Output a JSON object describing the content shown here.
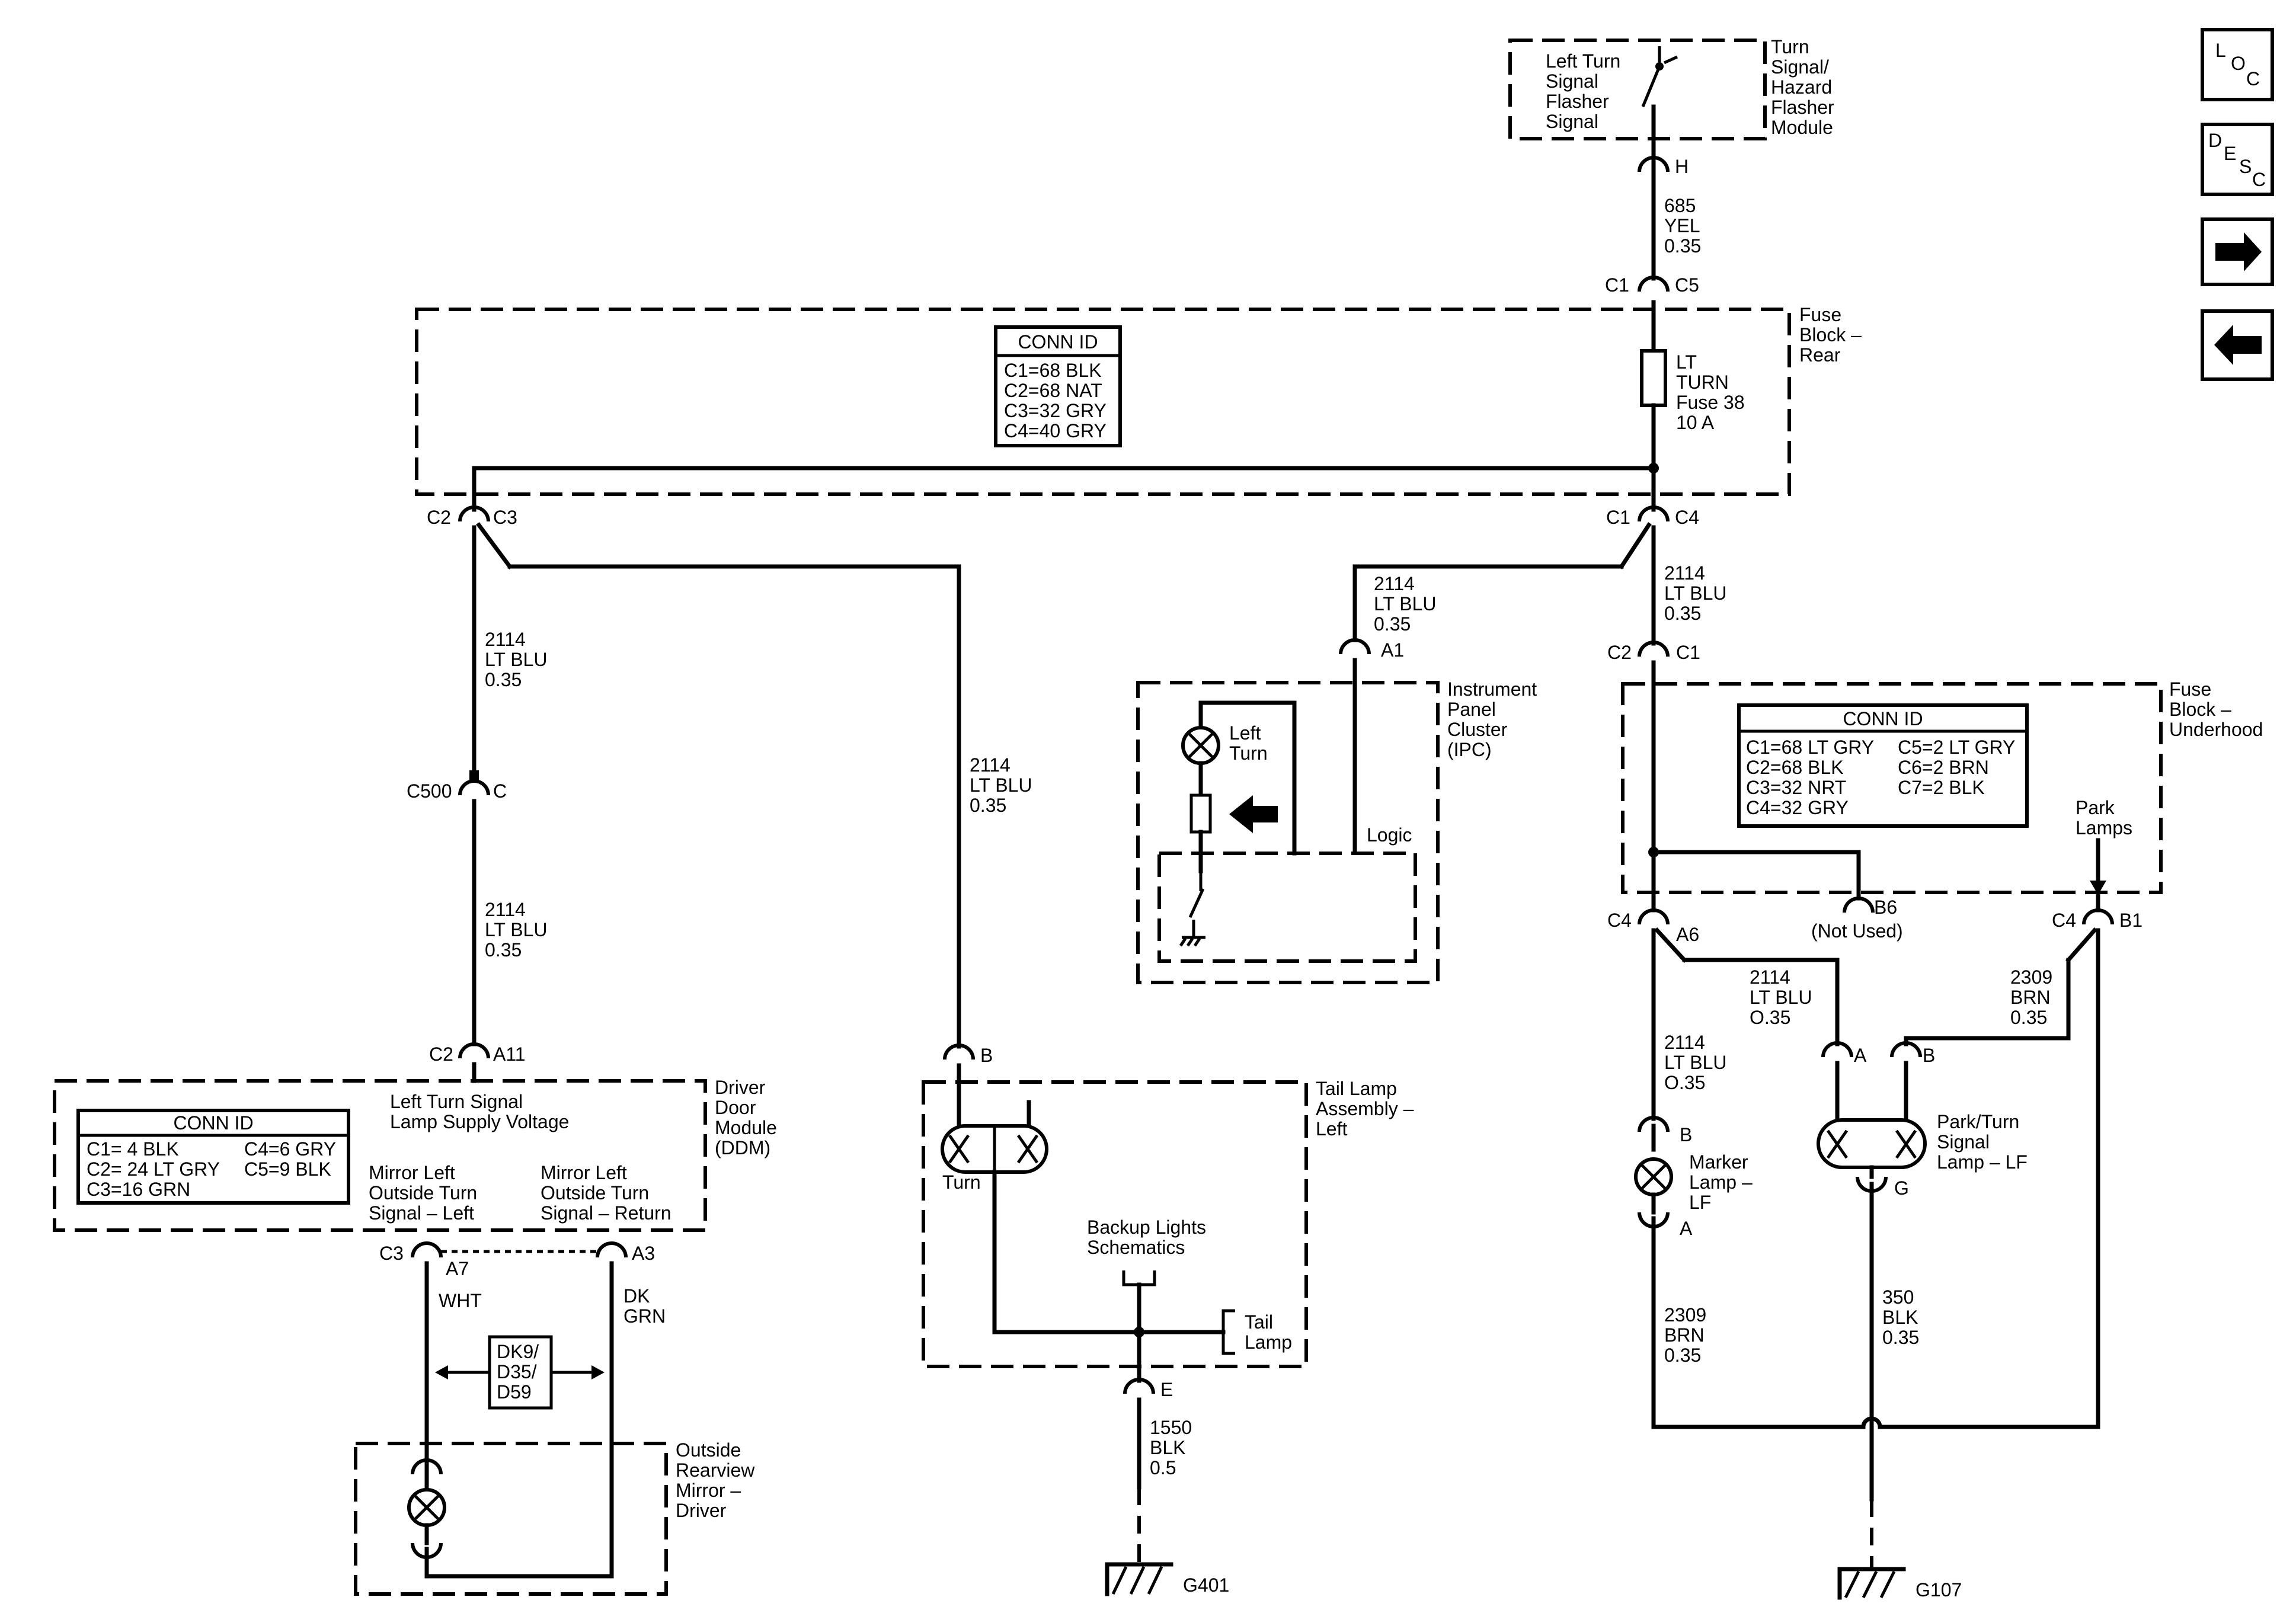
{
  "nav_buttons": {
    "loc": [
      "L",
      "O",
      "C"
    ],
    "desc": [
      "D",
      "E",
      "S",
      "C"
    ]
  },
  "top_module": {
    "switch_label": [
      "Left Turn",
      "Signal",
      "Flasher",
      "Signal"
    ],
    "module_label": [
      "Turn",
      "Signal/",
      "Hazard",
      "Flasher",
      "Module"
    ],
    "pin": "H",
    "wire": [
      "685",
      "YEL",
      "0.35"
    ]
  },
  "fuse_rear": {
    "conn_top": [
      "C1",
      "C5"
    ],
    "label": [
      "Fuse",
      "Block –",
      "Rear"
    ],
    "conn_id_title": "CONN ID",
    "conn_id": [
      "C1=68 BLK",
      "C2=68 NAT",
      "C3=32 GRY",
      "C4=40 GRY"
    ],
    "fuse": [
      "LT",
      "TURN",
      "Fuse 38",
      "10 A"
    ],
    "conn_left": [
      "C2",
      "C3"
    ],
    "conn_right": [
      "C1",
      "C4"
    ]
  },
  "left_branch": {
    "wire1": [
      "2114",
      "LT BLU",
      "0.35"
    ],
    "c500": [
      "C500",
      "C"
    ],
    "wire2": [
      "2114",
      "LT BLU",
      "0.35"
    ],
    "conn": [
      "C2",
      "A11"
    ]
  },
  "ddm": {
    "label": [
      "Driver",
      "Door",
      "Module",
      "(DDM)"
    ],
    "supply": [
      "Left Turn Signal",
      "Lamp Supply Voltage"
    ],
    "conn_id_title": "CONN ID",
    "conn_id_left": [
      "C1= 4 BLK",
      "C2= 24 LT GRY",
      "C3=16 GRN"
    ],
    "conn_id_right": [
      "C4=6 GRY",
      "C5=9 BLK"
    ],
    "left_label": [
      "Mirror Left",
      "Outside Turn",
      "Signal – Left"
    ],
    "right_label": [
      "Mirror Left",
      "Outside Turn",
      "Signal – Return"
    ],
    "pins": [
      "C3",
      "A7",
      "A3"
    ],
    "wire_left": "WHT",
    "wire_right": [
      "DK",
      "GRN"
    ],
    "option": [
      "DK9/",
      "D35/",
      "D59"
    ]
  },
  "mirror": {
    "label": [
      "Outside",
      "Rearview",
      "Mirror –",
      "Driver"
    ]
  },
  "tail": {
    "wire_in": [
      "2114",
      "LT BLU",
      "0.35"
    ],
    "pin_b": "B",
    "label": [
      "Tail Lamp",
      "Assembly –",
      "Left"
    ],
    "turn": "Turn",
    "backup": [
      "Backup Lights",
      "Schematics"
    ],
    "tail_lamp": [
      "Tail",
      "Lamp"
    ],
    "pin_e": "E",
    "wire_out": [
      "1550",
      "BLK",
      "0.5"
    ],
    "ground": "G401"
  },
  "ipc": {
    "wire": [
      "2114",
      "LT BLU",
      "0.35"
    ],
    "pin": "A1",
    "label": [
      "Instrument",
      "Panel",
      "Cluster",
      "(IPC)"
    ],
    "lamp": [
      "Left",
      "Turn"
    ],
    "logic": "Logic"
  },
  "right_branch": {
    "wire": [
      "2114",
      "LT BLU",
      "0.35"
    ],
    "conn": [
      "C2",
      "C1"
    ]
  },
  "fuse_under": {
    "label": [
      "Fuse",
      "Block –",
      "Underhood"
    ],
    "conn_id_title": "CONN ID",
    "conn_id_left": [
      "C1=68 LT GRY",
      "C2=68 BLK",
      "C3=32 NRT",
      "C4=32 GRY"
    ],
    "conn_id_right": [
      "C5=2 LT GRY",
      "C6=2 BRN",
      "C7=2 BLK"
    ],
    "park": [
      "Park",
      "Lamps"
    ],
    "pins_left": [
      "C4",
      "A6"
    ],
    "b6": [
      "B6",
      "(Not Used)"
    ],
    "pins_right": [
      "C4",
      "B1"
    ]
  },
  "front": {
    "wire_a": [
      "2114",
      "LT BLU",
      "O.35"
    ],
    "wire_b": [
      "2309",
      "BRN",
      "0.35"
    ],
    "wire_marker": [
      "2114",
      "LT BLU",
      "O.35"
    ],
    "marker_pins": [
      "B",
      "A"
    ],
    "marker_label": [
      "Marker",
      "Lamp –",
      "LF"
    ],
    "pt_pins": [
      "A",
      "B",
      "G"
    ],
    "pt_label": [
      "Park/Turn",
      "Signal",
      "Lamp – LF"
    ],
    "wire_brn": [
      "2309",
      "BRN",
      "0.35"
    ],
    "wire_blk": [
      "350",
      "BLK",
      "0.35"
    ],
    "ground": "G107"
  }
}
